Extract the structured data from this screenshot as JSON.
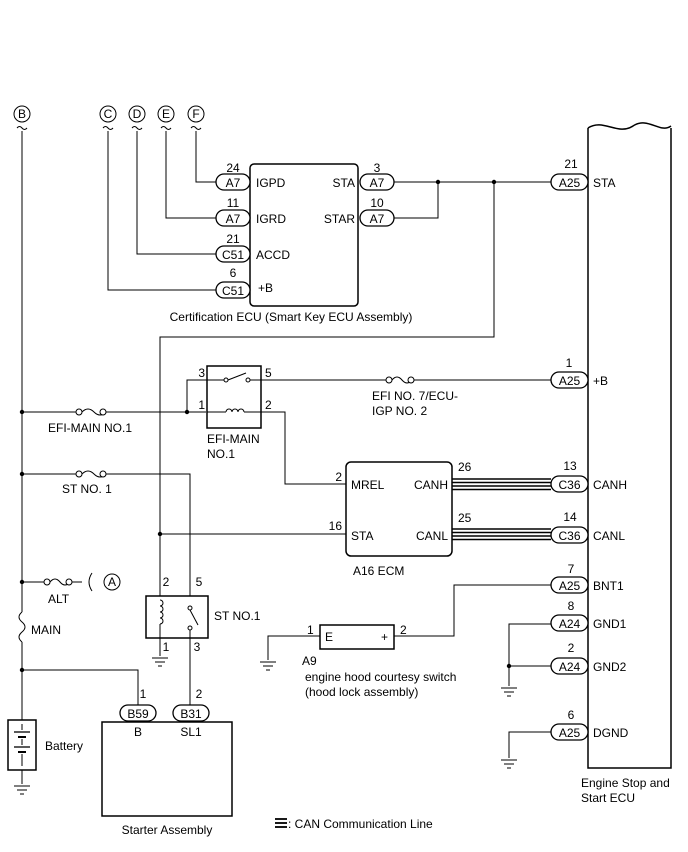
{
  "terminals": {
    "b": "B",
    "c": "C",
    "d": "D",
    "e": "E",
    "f": "F",
    "a": "A"
  },
  "cert_ecu": {
    "caption": "Certification ECU (Smart Key ECU Assembly)",
    "pins": [
      {
        "num": "24",
        "conn": "A7",
        "name": "IGPD"
      },
      {
        "num": "11",
        "conn": "A7",
        "name": "IGRD"
      },
      {
        "num": "21",
        "conn": "C51",
        "name": "ACCD"
      },
      {
        "num": "6",
        "conn": "C51",
        "name": "+B"
      },
      {
        "num": "3",
        "conn": "A7",
        "name": "STA"
      },
      {
        "num": "10",
        "conn": "A7",
        "name": "STAR"
      }
    ]
  },
  "engine_ecu": {
    "caption_line1": "Engine Stop and",
    "caption_line2": "Start ECU",
    "pins": [
      {
        "num": "21",
        "conn": "A25",
        "name": "STA"
      },
      {
        "num": "1",
        "conn": "A25",
        "name": "+B"
      },
      {
        "num": "13",
        "conn": "C36",
        "name": "CANH"
      },
      {
        "num": "14",
        "conn": "C36",
        "name": "CANL"
      },
      {
        "num": "7",
        "conn": "A25",
        "name": "BNT1"
      },
      {
        "num": "8",
        "conn": "A24",
        "name": "GND1"
      },
      {
        "num": "2",
        "conn": "A24",
        "name": "GND2"
      },
      {
        "num": "6",
        "conn": "A25",
        "name": "DGND"
      }
    ]
  },
  "efi_main_relay": {
    "label1": "EFI-MAIN",
    "label2": "NO.1",
    "pin3": "3",
    "pin5": "5",
    "pin1": "1",
    "pin2": "2"
  },
  "fuses": {
    "efi_main": "EFI-MAIN NO.1",
    "st_no1": "ST NO. 1",
    "alt": "ALT",
    "main": "MAIN",
    "efi_no7_line1": "EFI NO. 7/ECU-",
    "efi_no7_line2": "IGP NO. 2"
  },
  "ecm": {
    "caption": "A16   ECM",
    "mrel": "MREL",
    "sta": "STA",
    "canh": "CANH",
    "canl": "CANL",
    "pin_mrel": "2",
    "pin_sta": "16",
    "pin_canh": "26",
    "pin_canl": "25"
  },
  "st_relay": {
    "label": "ST NO.1",
    "pin2": "2",
    "pin5": "5",
    "pin1": "1",
    "pin3": "3"
  },
  "hood_switch": {
    "id": "A9",
    "e": "E",
    "plus": "+",
    "pin1": "1",
    "pin2": "2",
    "line1": "engine hood courtesy switch",
    "line2": "(hood lock assembly)"
  },
  "starter": {
    "caption": "Starter Assembly",
    "conn_b": "B59",
    "conn_sl1": "B31",
    "pin_b": "1",
    "pin_sl1": "2",
    "b": "B",
    "sl1": "SL1"
  },
  "battery": {
    "label": "Battery"
  },
  "legend": {
    "label": ": CAN Communication Line"
  }
}
